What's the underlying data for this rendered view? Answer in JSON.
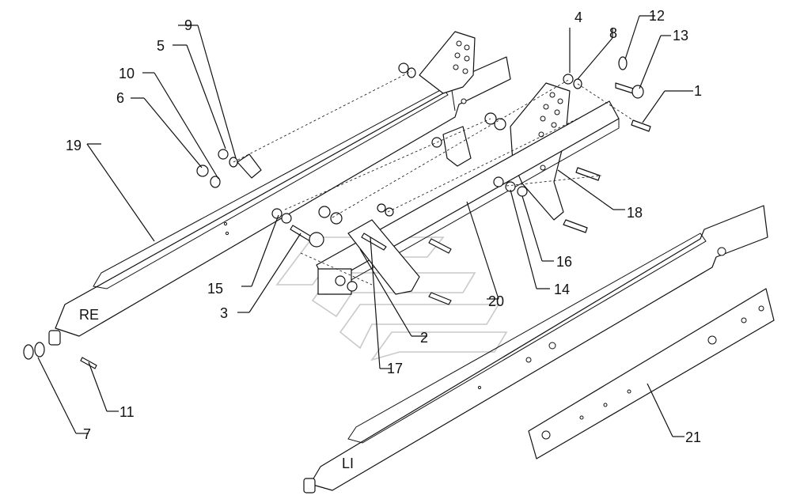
{
  "drawing": {
    "side_labels": {
      "right": "RE",
      "left": "LI"
    },
    "callouts": [
      "1",
      "2",
      "3",
      "4",
      "5",
      "6",
      "7",
      "8",
      "9",
      "10",
      "11",
      "12",
      "13",
      "14",
      "15",
      "16",
      "17",
      "18",
      "19",
      "20",
      "21"
    ]
  }
}
